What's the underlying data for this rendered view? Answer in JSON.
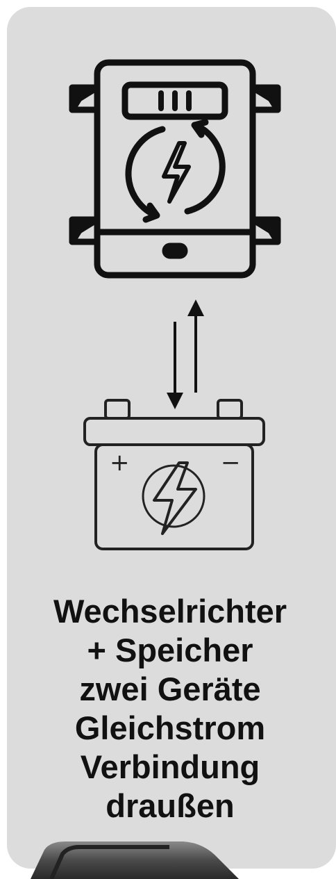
{
  "caption": {
    "lines": [
      "Wechselrichter",
      "+ Speicher",
      "zwei Geräte",
      "Gleichstrom",
      "Verbindung",
      "draußen"
    ]
  },
  "battery": {
    "plus": "+",
    "minus": "−"
  },
  "icons": {
    "top": "inverter-icon",
    "middle": "bidirectional-arrows-icon",
    "bottom": "battery-icon"
  }
}
